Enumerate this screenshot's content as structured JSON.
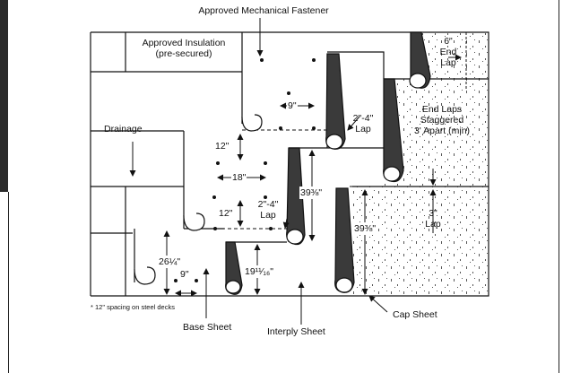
{
  "labels": {
    "fastener": "Approved Mechanical Fastener",
    "insulation_line1": "Approved Insulation",
    "insulation_line2": "(pre-secured)",
    "drainage": "Drainage",
    "end_lap_line1": "6\"",
    "end_lap_line2": "End",
    "end_lap_line3": "Lap",
    "staggered_line1": "End Laps",
    "staggered_line2": "Staggered",
    "staggered_line3": "3' Apart (min)",
    "lap_upper_line1": "2\"-4\"",
    "lap_upper_line2": "Lap",
    "lap_mid_line1": "2\"-4\"",
    "lap_mid_line2": "Lap",
    "lap_cap_line1": "3\"",
    "lap_cap_line2": "Lap",
    "dim_9_top": "9\"",
    "dim_12_upper": "12\"",
    "dim_18": "18\"",
    "dim_12_lower": "12\"",
    "dim_9_bottom": "9\"",
    "dim_26": "26¼\"",
    "dim_39_left": "39⅜\"",
    "dim_39_right": "39⅜\"",
    "dim_19": "19¹¹⁄₁₆\"",
    "footnote": "* 12\" spacing on steel decks",
    "base_sheet": "Base Sheet",
    "interply_sheet": "Interply Sheet",
    "cap_sheet": "Cap Sheet"
  },
  "colors": {
    "line": "#111111",
    "roll_fill": "#3a3a3a",
    "speckle": "#555555"
  }
}
